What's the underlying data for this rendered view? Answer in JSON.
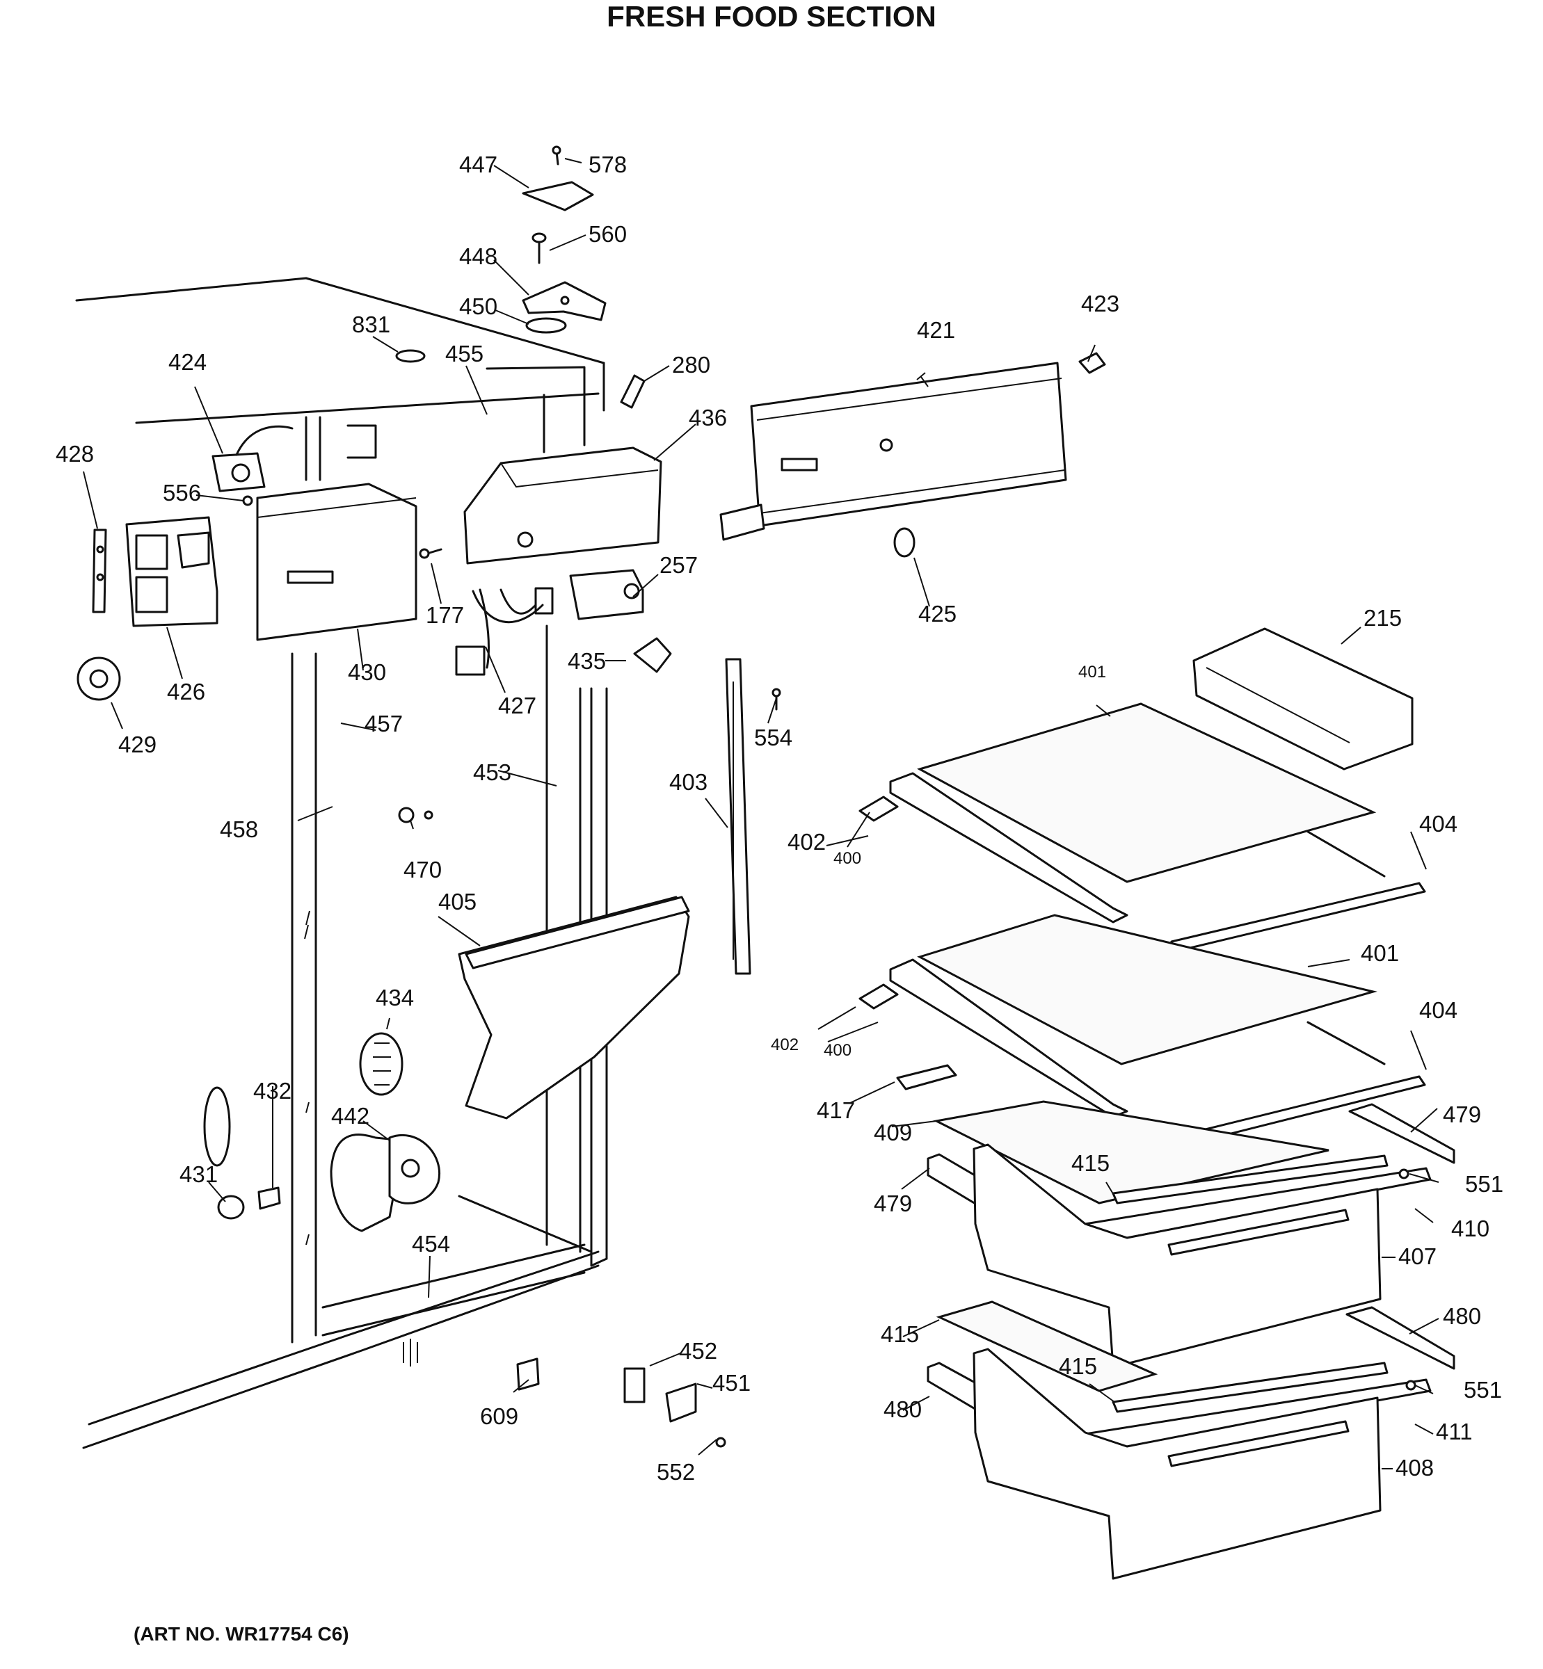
{
  "title": "FRESH FOOD SECTION",
  "art_number": "(ART NO. WR17754 C6)",
  "callouts": {
    "p215": "215",
    "p177": "177",
    "p257": "257",
    "p280": "280",
    "p400a": "400",
    "p400b": "400",
    "p401a": "401",
    "p401b": "401",
    "p402a": "402",
    "p402b": "402",
    "p403": "403",
    "p404a": "404",
    "p404b": "404",
    "p405": "405",
    "p407": "407",
    "p408": "408",
    "p409": "409",
    "p410": "410",
    "p411": "411",
    "p415a": "415",
    "p415b": "415",
    "p415c": "415",
    "p417": "417",
    "p421": "421",
    "p423": "423",
    "p424": "424",
    "p425": "425",
    "p426": "426",
    "p427": "427",
    "p428": "428",
    "p429": "429",
    "p430": "430",
    "p431": "431",
    "p432": "432",
    "p434": "434",
    "p435": "435",
    "p436": "436",
    "p442": "442",
    "p447": "447",
    "p448": "448",
    "p450": "450",
    "p451": "451",
    "p452": "452",
    "p453": "453",
    "p454": "454",
    "p455": "455",
    "p457": "457",
    "p458": "458",
    "p470": "470",
    "p479a": "479",
    "p479b": "479",
    "p480a": "480",
    "p480b": "480",
    "p551a": "551",
    "p551b": "551",
    "p552": "552",
    "p554": "554",
    "p556": "556",
    "p560": "560",
    "p578": "578",
    "p609": "609",
    "p831": "831"
  }
}
